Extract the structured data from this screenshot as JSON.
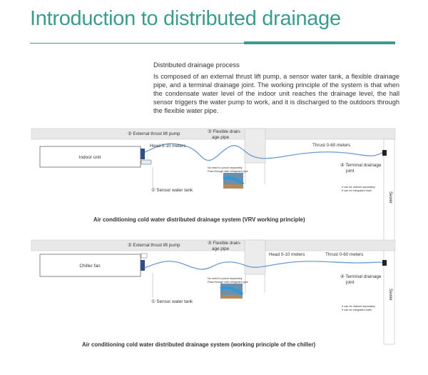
{
  "title": "Introduction to distributed drainage",
  "intro": {
    "heading": "Distributed drainage process",
    "body": "Is composed of an external thrust lift pump, a sensor water tank, a flexible drainage pipe, and a terminal drainage joint. The working principle of the system is that when the condensate water level of the indoor unit reaches the drainage level, the hall sensor triggers the water pump to work, and it is discharged to the outdoors through the flexible water pipe."
  },
  "diagram1": {
    "pump": "② External thrust lift pump",
    "pipe_l1": "③ Flexible drain-",
    "pipe_l2": "age pipe",
    "unit": "Indoor unit",
    "head": "Head 0-10 meters",
    "thrust": "Thrust 0-60 meters",
    "note1": "No need to punch separately",
    "note2": "Pass through with refrigerant pipe",
    "terminal_l1": "④ Terminal drainage",
    "terminal_l2": "joint",
    "drain1": "It can be drained separately",
    "drain2": "It can be integrated drain",
    "tank": "① Sensor water tank",
    "sewer": "Sewer",
    "caption": "Air conditioning cold water distributed drainage system (VRV working principle)"
  },
  "diagram2": {
    "pump": "② External thrust lift pump",
    "pipe_l1": "③ Flexible drain-",
    "pipe_l2": "age pipe",
    "unit": "Chiller fan",
    "head": "Head 0-10 meters",
    "thrust": "Thrust 0-60 meters",
    "note1": "No need to punch separately",
    "note2": "Pass through with refrigerant pipe",
    "terminal_l1": "④ Terminal drainage",
    "terminal_l2": "joint",
    "drain1": "It can be drained separately",
    "drain2": "It can be integrated drain",
    "tank": "① Sensor water tank",
    "sewer": "Sewer",
    "caption": "Air conditioning cold water distributed drainage system (working principle of the chiller)"
  },
  "colors": {
    "accent": "#3a9b8e",
    "pipe": "#6a9bd0",
    "ceiling": "#e8e8e8"
  }
}
